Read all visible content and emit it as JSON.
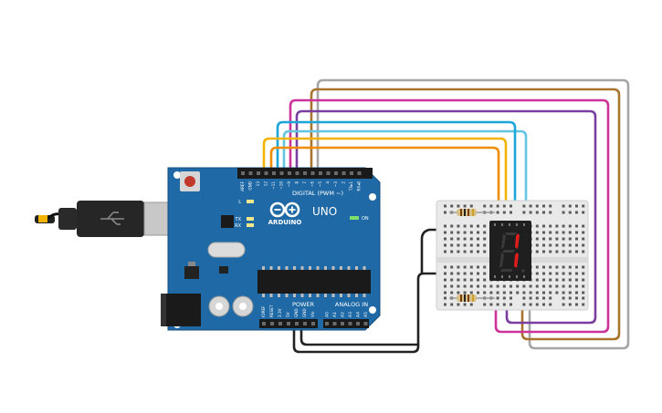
{
  "board": {
    "brand": "ARDUINO",
    "model": "UNO",
    "digital_header": "DIGITAL (PWM ~)",
    "power_header": "POWER",
    "analog_header": "ANALOG IN",
    "on_label": "ON",
    "led_labels": [
      "L",
      "TX",
      "RX"
    ],
    "top_pins": [
      "AREF",
      "GND",
      "13",
      "12",
      "~11",
      "~10",
      "~9",
      "8",
      "7",
      "~6",
      "~5",
      "4",
      "~3",
      "2",
      "TX▸1",
      "RX◂0"
    ],
    "power_pins": [
      "IOREF",
      "RESET",
      "3.3V",
      "5V",
      "GND",
      "GND",
      "Vin"
    ],
    "analog_pins": [
      "A0",
      "A1",
      "A2",
      "A3",
      "A4",
      "A5"
    ]
  },
  "display": {
    "shown_digit": "1",
    "segment_color": "#e01e1e",
    "off_color": "#3a3a3a"
  },
  "colors": {
    "board": "#1f6aa6",
    "wire_yellow": "#f2b400",
    "wire_orange": "#f08c00",
    "wire_cyan": "#1aa6d8",
    "wire_lightblue": "#62c6e0",
    "wire_magenta": "#cc3399",
    "wire_purple": "#7a3ea0",
    "wire_brown": "#a8742e",
    "wire_gray": "#a6a6a6",
    "wire_black": "#222222"
  }
}
